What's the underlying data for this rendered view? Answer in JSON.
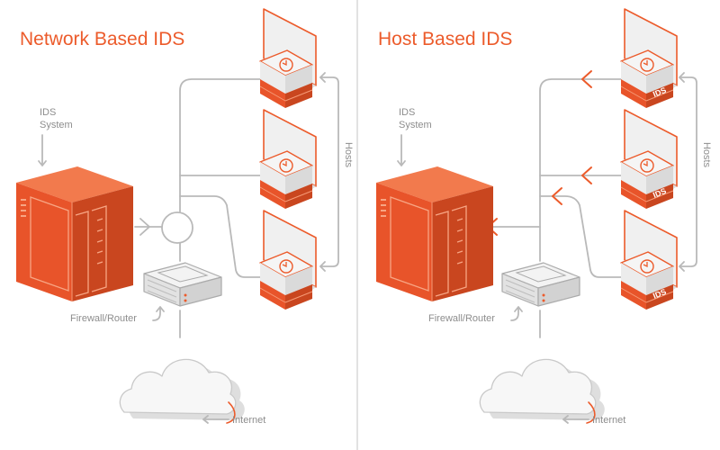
{
  "left_panel": {
    "title": "Network Based IDS",
    "ids_system_label_line1": "IDS",
    "ids_system_label_line2": "System",
    "firewall_label": "Firewall/Router",
    "internet_label": "Internet",
    "hosts_label": "Hosts"
  },
  "right_panel": {
    "title": "Host Based IDS",
    "ids_system_label_line1": "IDS",
    "ids_system_label_line2": "System",
    "firewall_label": "Firewall/Router",
    "internet_label": "Internet",
    "hosts_label": "Hosts",
    "host_badge": "IDS"
  },
  "colors": {
    "accent": "#ec5b2b",
    "line": "#b9b9b9",
    "label": "#8d8d8d"
  },
  "icons": [
    "server-rack-icon",
    "host-computer-icon",
    "firewall-router-icon",
    "cloud-icon",
    "network-hub-icon"
  ]
}
